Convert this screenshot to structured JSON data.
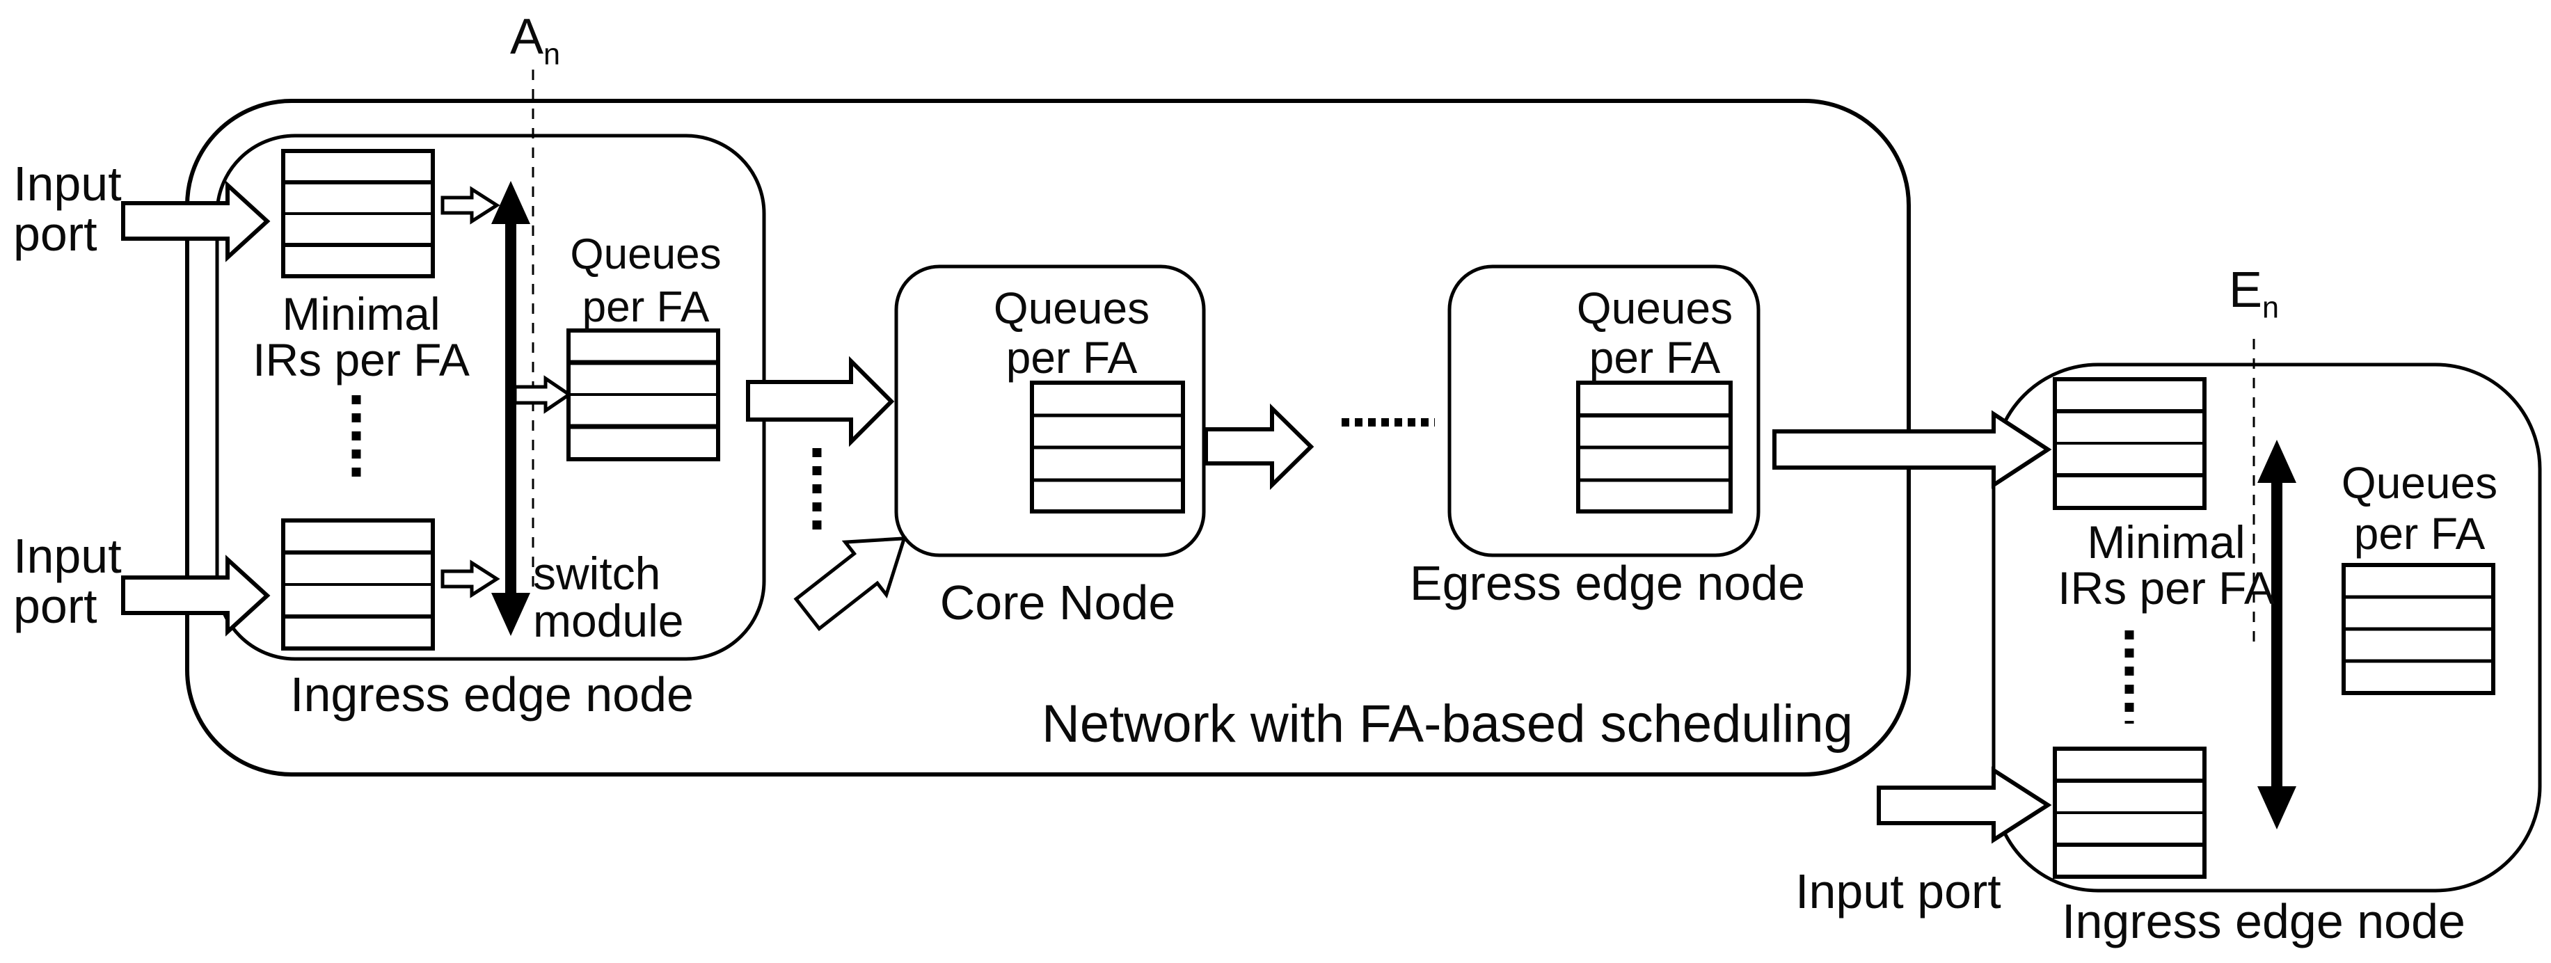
{
  "colors": {
    "ink": "#000000",
    "background": "#ffffff"
  },
  "annotations": {
    "an_base": "A",
    "an_sub": "n",
    "en_base": "E",
    "en_sub": "n"
  },
  "network": {
    "label": "Network with FA-based scheduling"
  },
  "left_node": {
    "label": "Ingress edge node",
    "input_top_line1": "Input",
    "input_top_line2": "port",
    "input_bottom_line1": "Input",
    "input_bottom_line2": "port",
    "minimal_line1": "Minimal",
    "minimal_line2": "IRs per FA",
    "queues_line1": "Queues",
    "queues_line2": "per FA",
    "switch_line1": "switch",
    "switch_line2": "module"
  },
  "core_node": {
    "label": "Core Node",
    "queues_line1": "Queues",
    "queues_line2": "per FA"
  },
  "egress_node": {
    "label": "Egress edge node",
    "queues_line1": "Queues",
    "queues_line2": "per FA"
  },
  "right_node": {
    "label": "Ingress edge node",
    "input_label": "Input port",
    "minimal_line1": "Minimal",
    "minimal_line2": "IRs per FA",
    "queues_line1": "Queues",
    "queues_line2": "per FA"
  }
}
